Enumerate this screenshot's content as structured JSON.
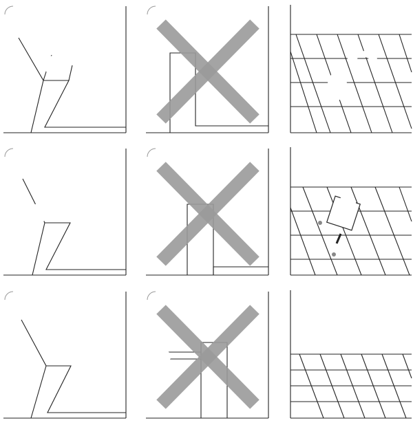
{
  "figure": {
    "layout": {
      "rows": 3,
      "cols": 3
    },
    "panels": [
      {
        "row": 1,
        "col": 1,
        "scene": "corner-wall-robot",
        "marked_invalid": false
      },
      {
        "row": 1,
        "col": 2,
        "scene": "step-wall-robot",
        "marked_invalid": true
      },
      {
        "row": 1,
        "col": 3,
        "scene": "tiled-floor-robot",
        "marked_invalid": false
      },
      {
        "row": 2,
        "col": 1,
        "scene": "corner-wall-robot",
        "marked_invalid": false
      },
      {
        "row": 2,
        "col": 2,
        "scene": "pillar-robot",
        "marked_invalid": true
      },
      {
        "row": 2,
        "col": 3,
        "scene": "tiled-floor-robot-with-tool",
        "marked_invalid": false
      },
      {
        "row": 3,
        "col": 1,
        "scene": "corner-wall-robot",
        "marked_invalid": false
      },
      {
        "row": 3,
        "col": 2,
        "scene": "pillar-robot",
        "marked_invalid": true
      },
      {
        "row": 3,
        "col": 3,
        "scene": "tiled-floor-robot",
        "marked_invalid": false
      }
    ],
    "colors": {
      "line": "#222222",
      "cross": "#9b9b9b",
      "background": "#ffffff"
    },
    "icons": [
      "sun-icon",
      "robot-arm-icon",
      "cross-mark-icon"
    ]
  }
}
